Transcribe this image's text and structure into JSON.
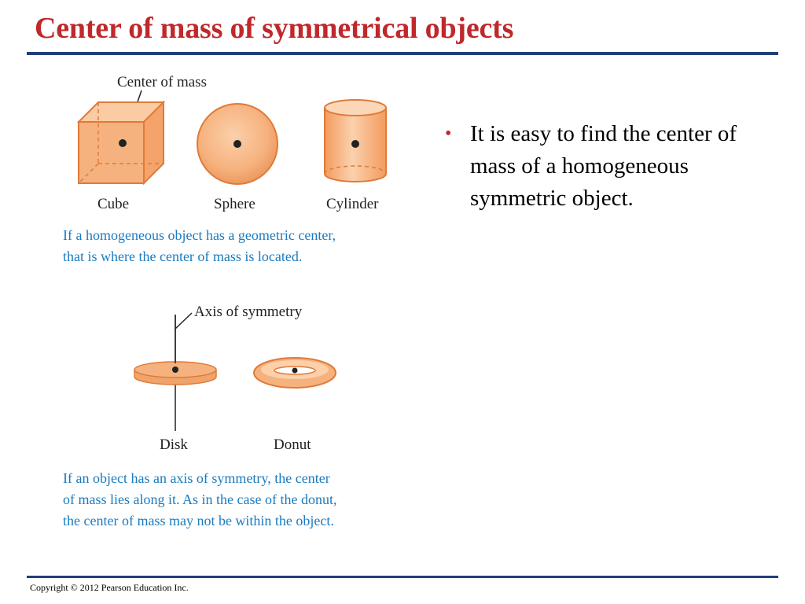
{
  "slide": {
    "title": "Center of mass of symmetrical objects",
    "bullet": "It is easy to find the center of mass of a homogeneous symmetric object.",
    "copyright": "Copyright © 2012 Pearson Education Inc."
  },
  "figure_top": {
    "callout": "Center of mass",
    "labels": {
      "cube": "Cube",
      "sphere": "Sphere",
      "cylinder": "Cylinder"
    },
    "caption_line1": "If a homogeneous object has a geometric center,",
    "caption_line2": "that is where the center of mass is located."
  },
  "figure_bottom": {
    "callout": "Axis of symmetry",
    "labels": {
      "disk": "Disk",
      "donut": "Donut"
    },
    "caption_line1": "If an object has an axis of symmetry, the center",
    "caption_line2": "of mass lies along it. As in the case of the donut,",
    "caption_line3": "the center of mass may not be within the object."
  },
  "colors": {
    "title": "#c0282b",
    "rule": "#1f3f7a",
    "caption": "#1a7bbf",
    "object_fill": "#f6b27e",
    "object_stroke": "#e07a3a"
  }
}
